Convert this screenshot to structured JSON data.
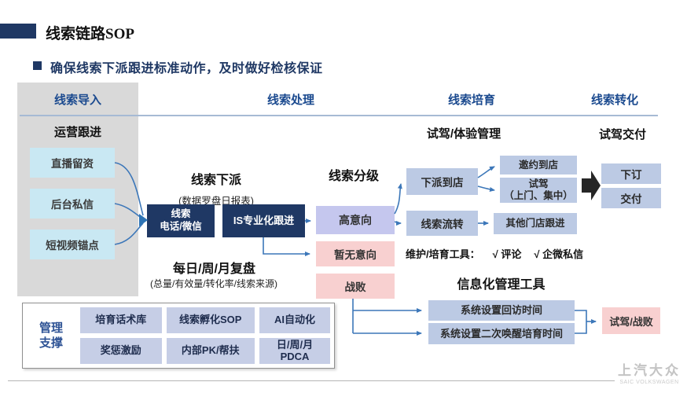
{
  "page": {
    "title": "线索链路SOP",
    "subtitle": "确保线索下派跟进标准动作，及时做好检核保证"
  },
  "columns": {
    "import": "线索导入",
    "process": "线索处理",
    "nurture": "线索培育",
    "convert": "线索转化"
  },
  "import_section": {
    "subtitle": "运营跟进",
    "sources": [
      "直播留资",
      "后台私信",
      "短视频锚点"
    ]
  },
  "process_section": {
    "dispatch_title": "线索下派",
    "dispatch_note": "(数据罗盘日报表)",
    "contact_box": "线索\n电话/微信",
    "is_box": "IS专业化跟进",
    "review_title": "每日/周/月复盘",
    "review_note": "(总量/有效量/转化率/线索来源)",
    "grading_title": "线索分级",
    "grade_high": "高意向",
    "grade_none": "暂无意向",
    "grade_lost": "战败"
  },
  "nurture_section": {
    "subtitle": "试驾/体验管理",
    "dispatch_store": "下派到店",
    "transfer": "线索流转",
    "invite": "邀约到店",
    "testdrive": "试驾\n（上门、集中）",
    "other_store": "其他门店跟进",
    "tools_label": "维护/培育工具：",
    "tool_1": "√ 评论",
    "tool_2": "√ 企微私信",
    "it_title": "信息化管理工具",
    "it_box_1": "系统设置回访时间",
    "it_box_2": "系统设置二次唤醒培育时间"
  },
  "convert_section": {
    "subtitle": "试驾交付",
    "order": "下订",
    "delivery": "交付",
    "result": "试驾/战败"
  },
  "support": {
    "label": "管理\n支撑",
    "cells": [
      "培育话术库",
      "线索孵化SOP",
      "AI自动化",
      "奖惩激励",
      "内部PK/帮扶",
      "日/周/月\nPDCA"
    ]
  },
  "footer": {
    "logo": "上汽大众",
    "logo_sub": "SAIC VOLKSWAGEN"
  },
  "colors": {
    "navy": "#1f3864",
    "header_blue": "#1b4a8f",
    "arrow_blue": "#3c77b9",
    "cyan_box": "#c9e8f3",
    "lavender_box": "#c5c7ee",
    "pink_box": "#f8d0d0",
    "steel_box": "#bccae4",
    "gray_panel": "#d9d9d9"
  }
}
